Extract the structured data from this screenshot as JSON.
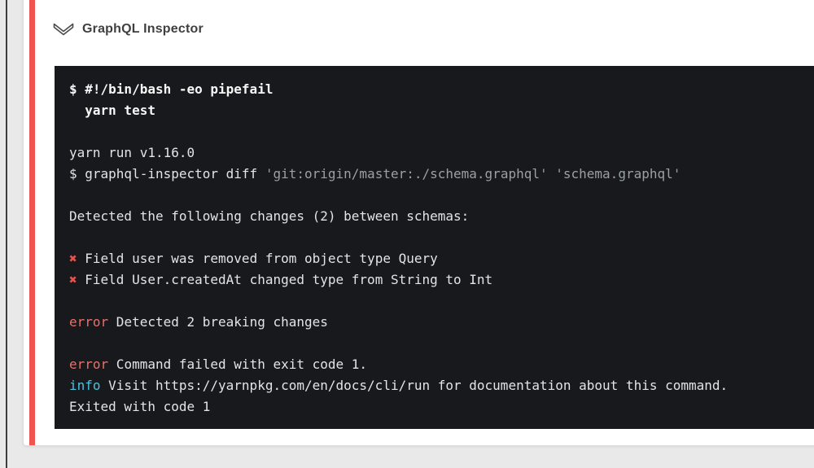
{
  "panel": {
    "title": "GraphQL Inspector"
  },
  "icons": {
    "collapse_chevron": "chevron-down-outline"
  },
  "colors": {
    "accent_stripe": "#f1544f",
    "terminal_background": "#17191c",
    "error_text": "#e8716b",
    "cross_mark": "#ee4f4b",
    "info_text": "#4cc2e0",
    "dim_text": "#9aa0a4"
  },
  "terminal": {
    "lines": [
      [
        {
          "t": "$ #!/bin/bash -eo pipefail",
          "s": "bold"
        }
      ],
      [
        {
          "t": "  yarn test",
          "s": "bold"
        }
      ],
      [],
      [
        {
          "t": "yarn run v1.16.0",
          "s": "plain"
        }
      ],
      [
        {
          "t": "$ graphql-inspector diff ",
          "s": "plain"
        },
        {
          "t": "'git:origin/master:./schema.graphql'",
          "s": "dim"
        },
        {
          "t": " ",
          "s": "plain"
        },
        {
          "t": "'schema.graphql'",
          "s": "dim"
        }
      ],
      [],
      [
        {
          "t": "Detected the following changes (2) between schemas:",
          "s": "plain"
        }
      ],
      [],
      [
        {
          "t": "✖",
          "s": "cross"
        },
        {
          "t": " Field user was removed from object type Query",
          "s": "plain"
        }
      ],
      [
        {
          "t": "✖",
          "s": "cross"
        },
        {
          "t": " Field User.createdAt changed type from String to Int",
          "s": "plain"
        }
      ],
      [],
      [
        {
          "t": "error",
          "s": "error"
        },
        {
          "t": " Detected 2 breaking changes",
          "s": "plain"
        }
      ],
      [],
      [
        {
          "t": "error",
          "s": "error"
        },
        {
          "t": " Command failed with exit code 1.",
          "s": "plain"
        }
      ],
      [
        {
          "t": "info",
          "s": "info"
        },
        {
          "t": " Visit https://yarnpkg.com/en/docs/cli/run for documentation about this command.",
          "s": "plain"
        }
      ],
      [
        {
          "t": "Exited with code 1",
          "s": "plain"
        }
      ]
    ]
  }
}
